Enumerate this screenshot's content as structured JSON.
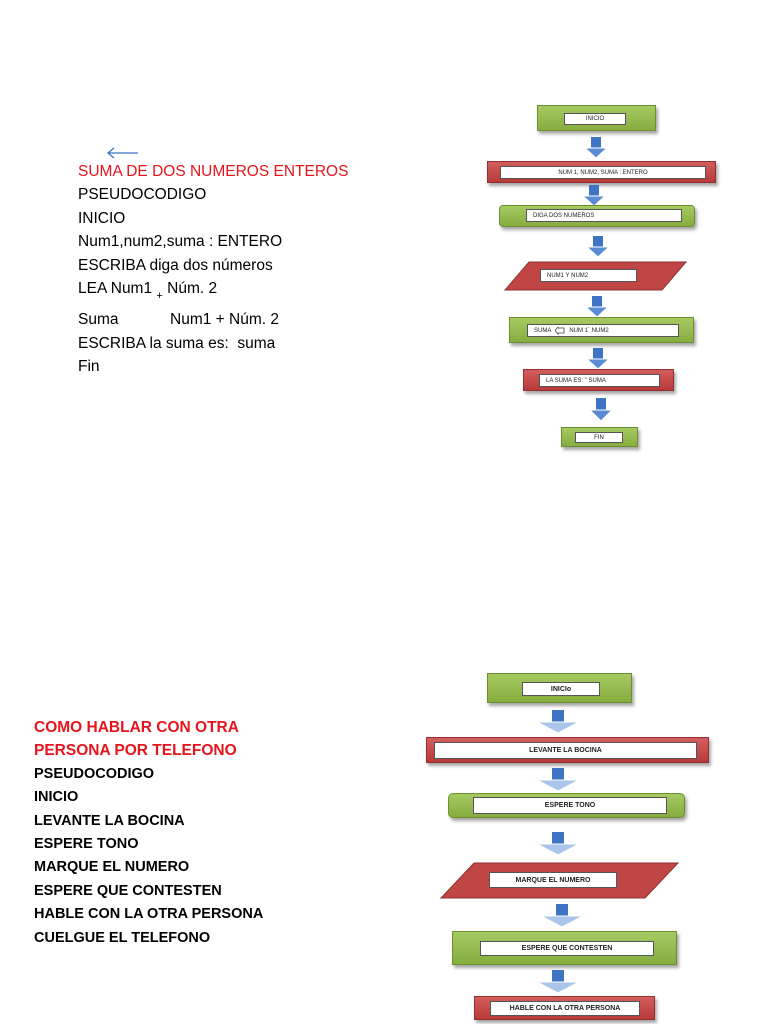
{
  "section1": {
    "title": "SUMA DE DOS NUMEROS ENTEROS",
    "lines": [
      "PSEUDOCODIGO",
      "INICIO",
      "Num1,num2,suma : ENTERO",
      "ESCRIBA diga dos números"
    ],
    "lea_prefix": "LEA Num1",
    "lea_sub": "+",
    "lea_suffix": " Núm. 2",
    "suma_left": "Suma",
    "suma_right": "Num1 + Núm. 2",
    "lines_after": [
      "ESCRIBA la suma es:  suma",
      "Fin"
    ],
    "flow": {
      "inicio": "INICIO",
      "declare": "NUM 1, NUM2, SUMA : ENTERO",
      "diga": "DIGA DOS NUMEROS",
      "read": "NUM1 Y NUM2",
      "assign_left": "SUMA",
      "assign_right": "NUM 1´ NUM2",
      "print": "LA SUMA ES: \" SUMA",
      "fin": "FIN"
    }
  },
  "section2": {
    "title_line1": "COMO HABLAR CON OTRA",
    "title_line2": "PERSONA POR TELEFONO",
    "lines": [
      "PSEUDOCODIGO",
      "INICIO",
      "LEVANTE LA BOCINA",
      "ESPERE TONO",
      "MARQUE EL NUMERO",
      "ESPERE QUE CONTESTEN",
      "HABLE CON LA OTRA PERSONA",
      "CUELGUE EL TELEFONO"
    ],
    "flow": {
      "inicio": "INICIo",
      "bocina": "LEVANTE LA BOCINA",
      "tono": "ESPERE TONO",
      "marque": "MARQUE EL NUMERO",
      "contesten": "ESPERE QUE CONTESTEN",
      "hable": "HABLE CON LA OTRA PERSONA"
    }
  },
  "colors": {
    "title_red": "#e8141b",
    "shape_green": "#95b94e",
    "shape_red": "#c04646",
    "arrow_blue": "#3f74c4"
  }
}
